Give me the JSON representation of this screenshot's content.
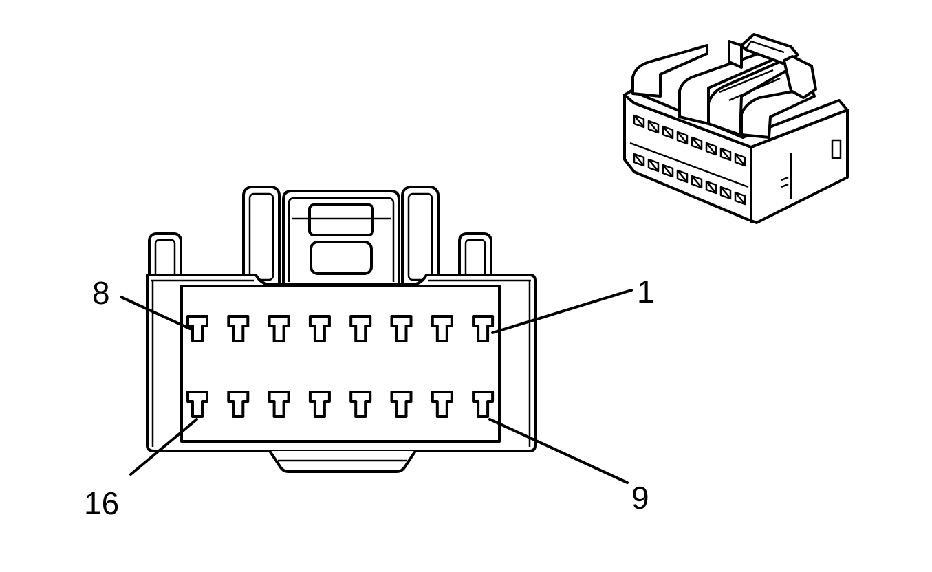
{
  "diagram": {
    "pin_labels": {
      "top_left": "8",
      "top_right": "1",
      "bottom_left": "16",
      "bottom_right": "9"
    },
    "pins_per_row": 8,
    "rows": 2
  }
}
